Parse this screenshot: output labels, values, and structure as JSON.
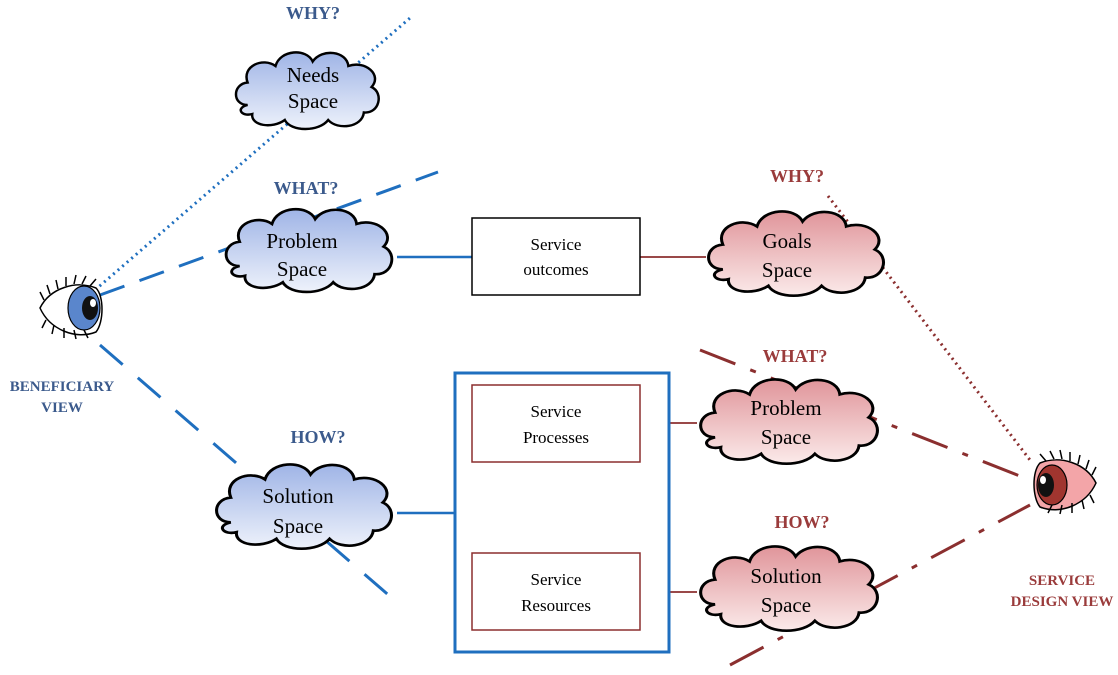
{
  "colors": {
    "beneficiary": "#1f6fbf",
    "design": "#8b2f2f",
    "blue_label": "#3b5a8c",
    "red_label": "#9a3b3b"
  },
  "beneficiary": {
    "view_label_line1": "BENEFICIARY",
    "view_label_line2": "VIEW",
    "q_why": "WHY?",
    "q_what": "WHAT?",
    "q_how": "HOW?",
    "needs": {
      "line1": "Needs",
      "line2": "Space"
    },
    "problem": {
      "line1": "Problem",
      "line2": "Space"
    },
    "solution": {
      "line1": "Solution",
      "line2": "Space"
    }
  },
  "center": {
    "outcomes": {
      "line1": "Service",
      "line2": "outcomes"
    },
    "processes": {
      "line1": "Service",
      "line2": "Processes"
    },
    "resources": {
      "line1": "Service",
      "line2": "Resources"
    }
  },
  "design": {
    "view_label_line1": "SERVICE",
    "view_label_line2": "DESIGN VIEW",
    "q_why": "WHY?",
    "q_what": "WHAT?",
    "q_how": "HOW?",
    "goals": {
      "line1": "Goals",
      "line2": "Space"
    },
    "problem": {
      "line1": "Problem",
      "line2": "Space"
    },
    "solution": {
      "line1": "Solution",
      "line2": "Space"
    }
  }
}
